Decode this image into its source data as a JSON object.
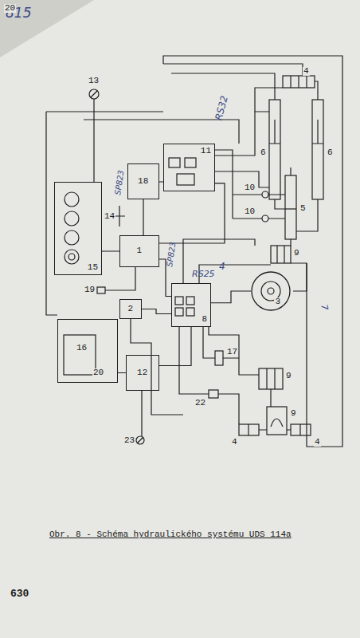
{
  "diagram": {
    "caption": "Obr. 8 - Schéma hydraulického systému UDS 114a",
    "nodes": [
      {
        "text": [
          "11"
        ]
      },
      {
        "text": [
          "18"
        ]
      },
      {
        "text": [
          "15"
        ]
      },
      {
        "text": [
          "1"
        ]
      },
      {
        "text": [
          "8"
        ]
      },
      {
        "text": [
          "3"
        ]
      },
      {
        "text": [
          "2"
        ]
      },
      {
        "text": [
          "16"
        ]
      },
      {
        "text": [
          "12"
        ]
      }
    ],
    "edges": [
      {
        "from": 1,
        "to": 0,
        "arrow": "none"
      },
      {
        "from": 3,
        "to": 0,
        "arrow": "none"
      },
      {
        "from": 3,
        "to": 4,
        "arrow": "none"
      },
      {
        "from": 6,
        "to": 4,
        "arrow": "none"
      },
      {
        "from": 8,
        "to": 4,
        "arrow": "none"
      },
      {
        "from": 4,
        "to": 5,
        "arrow": "none"
      },
      {
        "from": 7,
        "to": 8,
        "arrow": "none"
      },
      {
        "from": 2,
        "to": 3,
        "arrow": "none"
      }
    ],
    "labels": [
      "815",
      "13",
      "RS32",
      "SP823",
      "14",
      "SP823",
      "19",
      "20",
      "23",
      "RS25",
      "4",
      "22",
      "17",
      "4",
      "4",
      "4",
      "6",
      "6",
      "10",
      "10",
      "5",
      "9",
      "9",
      "9",
      "7",
      "630",
      "20"
    ]
  }
}
